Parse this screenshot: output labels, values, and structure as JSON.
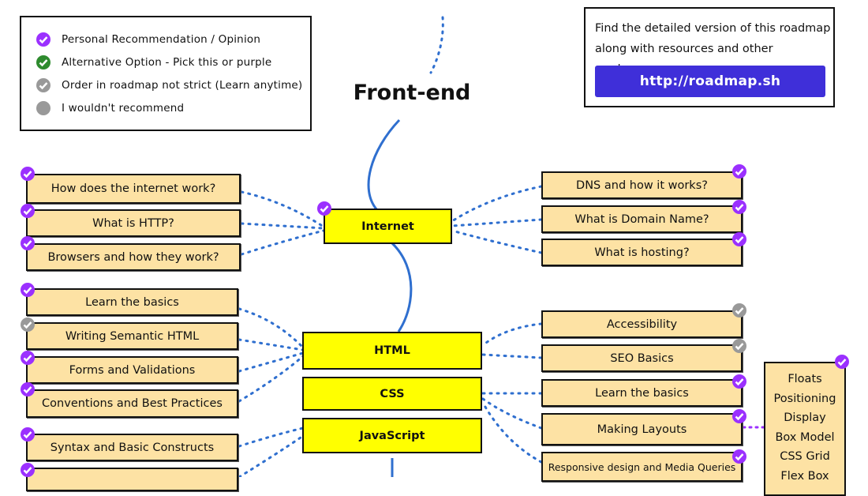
{
  "legend": {
    "items": [
      {
        "label": "Personal Recommendation / Opinion",
        "color": "#9b30ff",
        "icon": "check-circle-icon"
      },
      {
        "label": "Alternative Option - Pick this or purple",
        "color": "#2e8b2e",
        "icon": "check-circle-icon"
      },
      {
        "label": "Order in roadmap not strict (Learn anytime)",
        "color": "#999999",
        "icon": "check-circle-icon"
      },
      {
        "label": "I wouldn't recommend",
        "color": "#999999",
        "icon": "filled-circle-icon"
      }
    ]
  },
  "promo": {
    "line1": "Find the detailed version of this roadmap",
    "line2": "along with resources and other roadmaps",
    "button": "http://roadmap.sh"
  },
  "title": "Front-end",
  "topics": {
    "internet": "Internet",
    "html": "HTML",
    "css": "CSS",
    "javascript": "JavaScript"
  },
  "internet_left": [
    "How does the internet work?",
    "What is HTTP?",
    "Browsers and how they work?"
  ],
  "internet_right": [
    "DNS and how it works?",
    "What is Domain Name?",
    "What is hosting?"
  ],
  "html_left": [
    "Learn the basics",
    "Writing Semantic HTML",
    "Forms and Validations",
    "Conventions and Best Practices"
  ],
  "html_right": [
    "Accessibility",
    "SEO Basics"
  ],
  "css_right": [
    "Learn the basics",
    "Making Layouts",
    "Responsive design and Media Queries"
  ],
  "js_left": [
    "Syntax and Basic Constructs"
  ],
  "layout_list": [
    "Floats",
    "Positioning",
    "Display",
    "Box Model",
    "CSS Grid",
    "Flex Box"
  ],
  "colors": {
    "purple": "#9b30ff",
    "green": "#2e8b2e",
    "gray": "#999999",
    "topic_fill": "#ffff00",
    "sub_fill": "#fde2a4",
    "connector": "#2f6fcf",
    "button": "#3f2fd9"
  }
}
